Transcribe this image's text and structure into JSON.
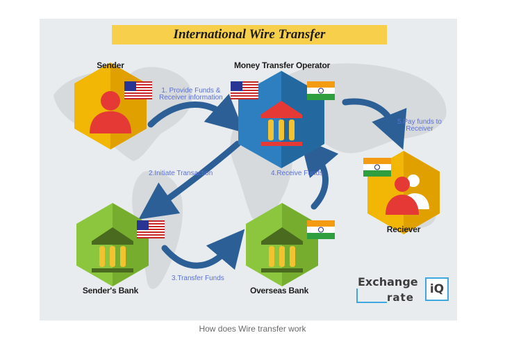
{
  "title": "International Wire Transfer",
  "nodes": {
    "sender": "Sender",
    "operator": "Money Transfer  Operator",
    "receiver": "Reciever",
    "senders_bank": "Sender's Bank",
    "overseas_bank": "Overseas Bank"
  },
  "steps": {
    "s1_line1": "1. Provide Funds &",
    "s1_line2": "Receiver information",
    "s2": "2.Initiate Transaction",
    "s3": "3.Transfer Funds",
    "s4": "4.Receive Funds",
    "s5_line1": "5.Pay funds to",
    "s5_line2": "Receiver"
  },
  "logo": {
    "word1": "Exchange",
    "word2": "rate",
    "badge": "iQ"
  },
  "caption": "How does Wire transfer work",
  "colors": {
    "yellow_hex": "#f2b705",
    "blue_hex": "#2e7fc0",
    "green_hex": "#8cc63f",
    "arrow": "#2c5f96",
    "person": "#e53935"
  },
  "icons": [
    "person-icon",
    "bank-icon",
    "us-flag-icon",
    "india-flag-icon",
    "arrow-icon"
  ]
}
